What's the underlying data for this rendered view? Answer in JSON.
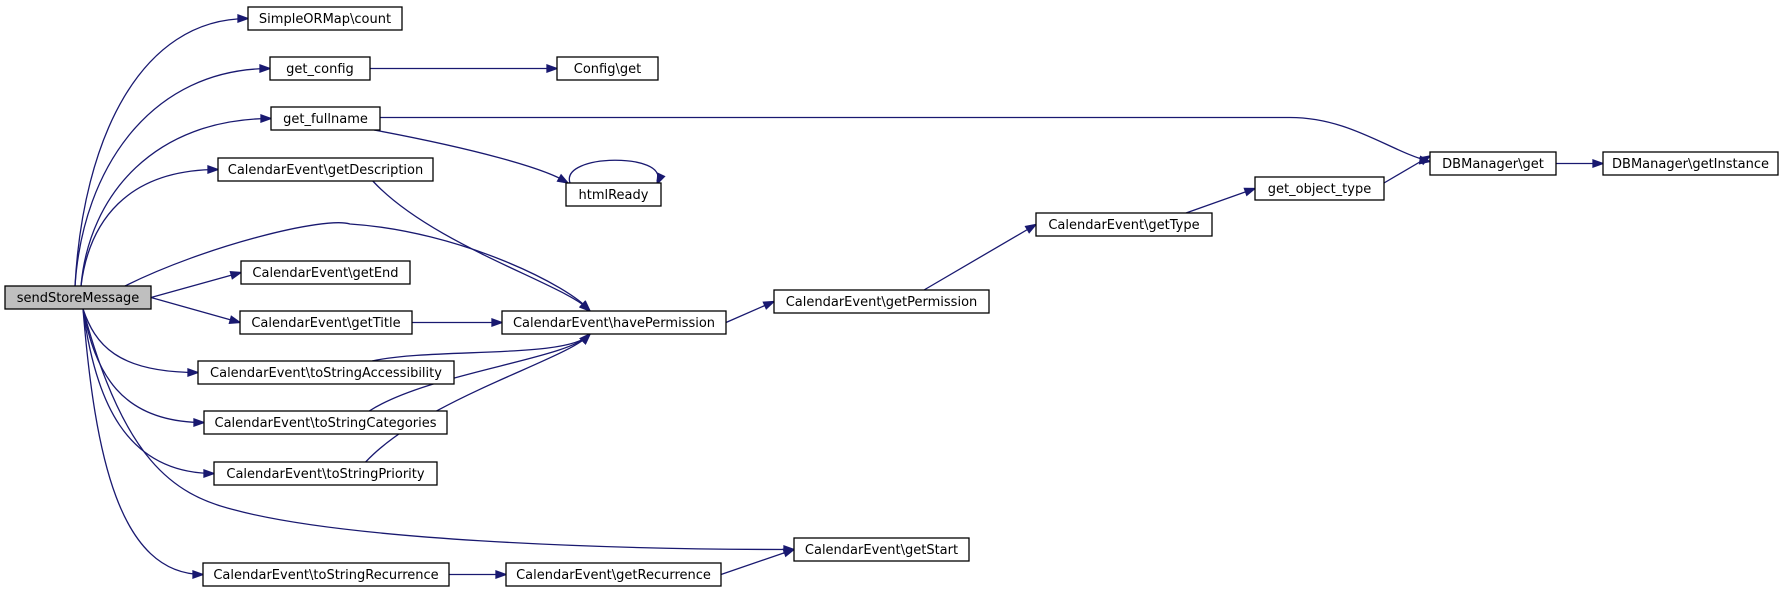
{
  "colors": {
    "edge": "#191970",
    "root_fill": "#bfbfbf",
    "node_fill": "#ffffff",
    "node_stroke": "#000000"
  },
  "nodes": [
    {
      "id": "sendStoreMessage",
      "label": "sendStoreMessage",
      "root": true
    },
    {
      "id": "count",
      "label": "SimpleORMap\\count"
    },
    {
      "id": "get_config",
      "label": "get_config"
    },
    {
      "id": "config_get",
      "label": "Config\\get"
    },
    {
      "id": "get_fullname",
      "label": "get_fullname"
    },
    {
      "id": "getDescription",
      "label": "CalendarEvent\\getDescription"
    },
    {
      "id": "htmlReady",
      "label": "htmlReady"
    },
    {
      "id": "getEnd",
      "label": "CalendarEvent\\getEnd"
    },
    {
      "id": "getTitle",
      "label": "CalendarEvent\\getTitle"
    },
    {
      "id": "havePermission",
      "label": "CalendarEvent\\havePermission"
    },
    {
      "id": "toStringAccessibility",
      "label": "CalendarEvent\\toStringAccessibility"
    },
    {
      "id": "toStringCategories",
      "label": "CalendarEvent\\toStringCategories"
    },
    {
      "id": "toStringPriority",
      "label": "CalendarEvent\\toStringPriority"
    },
    {
      "id": "toStringRecurrence",
      "label": "CalendarEvent\\toStringRecurrence"
    },
    {
      "id": "getRecurrence",
      "label": "CalendarEvent\\getRecurrence"
    },
    {
      "id": "getStart",
      "label": "CalendarEvent\\getStart"
    },
    {
      "id": "getPermission",
      "label": "CalendarEvent\\getPermission"
    },
    {
      "id": "getType",
      "label": "CalendarEvent\\getType"
    },
    {
      "id": "get_object_type",
      "label": "get_object_type"
    },
    {
      "id": "dbm_get",
      "label": "DBManager\\get"
    },
    {
      "id": "dbm_getInstance",
      "label": "DBManager\\getInstance"
    }
  ],
  "edges": [
    {
      "from": "sendStoreMessage",
      "to": "count"
    },
    {
      "from": "sendStoreMessage",
      "to": "get_config"
    },
    {
      "from": "sendStoreMessage",
      "to": "get_fullname"
    },
    {
      "from": "sendStoreMessage",
      "to": "getDescription"
    },
    {
      "from": "sendStoreMessage",
      "to": "havePermission"
    },
    {
      "from": "sendStoreMessage",
      "to": "getEnd"
    },
    {
      "from": "sendStoreMessage",
      "to": "getTitle"
    },
    {
      "from": "sendStoreMessage",
      "to": "toStringAccessibility"
    },
    {
      "from": "sendStoreMessage",
      "to": "toStringCategories"
    },
    {
      "from": "sendStoreMessage",
      "to": "toStringPriority"
    },
    {
      "from": "sendStoreMessage",
      "to": "getStart"
    },
    {
      "from": "sendStoreMessage",
      "to": "toStringRecurrence"
    },
    {
      "from": "get_config",
      "to": "config_get"
    },
    {
      "from": "get_fullname",
      "to": "dbm_get"
    },
    {
      "from": "get_fullname",
      "to": "htmlReady"
    },
    {
      "from": "htmlReady",
      "to": "htmlReady"
    },
    {
      "from": "getDescription",
      "to": "havePermission"
    },
    {
      "from": "getTitle",
      "to": "havePermission"
    },
    {
      "from": "toStringAccessibility",
      "to": "havePermission"
    },
    {
      "from": "toStringCategories",
      "to": "havePermission"
    },
    {
      "from": "toStringPriority",
      "to": "havePermission"
    },
    {
      "from": "havePermission",
      "to": "getPermission"
    },
    {
      "from": "getPermission",
      "to": "getType"
    },
    {
      "from": "getType",
      "to": "get_object_type"
    },
    {
      "from": "get_object_type",
      "to": "dbm_get"
    },
    {
      "from": "dbm_get",
      "to": "dbm_getInstance"
    },
    {
      "from": "toStringRecurrence",
      "to": "getRecurrence"
    },
    {
      "from": "getRecurrence",
      "to": "getStart"
    }
  ]
}
